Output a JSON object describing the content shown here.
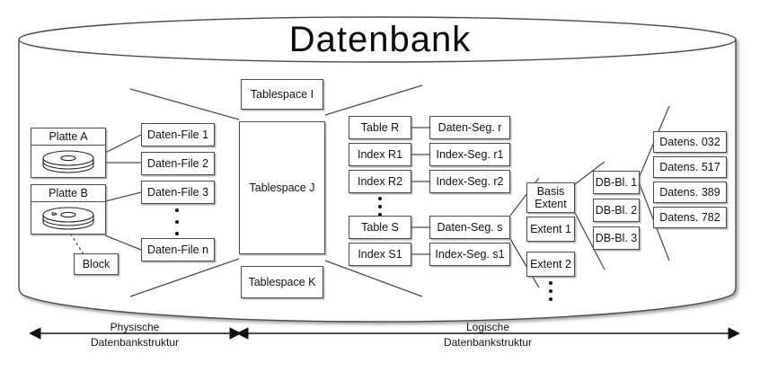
{
  "title": "Datenbank",
  "physical": {
    "disks": [
      {
        "name": "Platte A"
      },
      {
        "name": "Platte B"
      }
    ],
    "block_label": "Block",
    "data_files": [
      "Daten-File 1",
      "Daten-File 2",
      "Daten-File 3",
      "Daten-File n"
    ]
  },
  "tablespaces": [
    "Tablespace I",
    "Tablespace J",
    "Tablespace K"
  ],
  "logical": {
    "objects": [
      "Table R",
      "Index R1",
      "Index R2",
      "Table S",
      "Index S1"
    ],
    "segments": [
      "Daten-Seg. r",
      "Index-Seg. r1",
      "Index-Seg. r2",
      "Daten-Seg. s",
      "Index-Seg. s1"
    ],
    "extents": [
      "Basis Extent",
      "Extent 1",
      "Extent 2"
    ],
    "extent_lines": {
      "basis_l1": "Basis",
      "basis_l2": "Extent"
    },
    "db_blocks": [
      "DB-Bl. 1",
      "DB-Bl. 2",
      "DB-Bl. 3"
    ],
    "records": [
      "Datens. 032",
      "Datens. 517",
      "Datens. 389",
      "Datens. 782"
    ]
  },
  "captions": {
    "physical": {
      "line1": "Physische",
      "line2": "Datenbankstruktur"
    },
    "logical": {
      "line1": "Logische",
      "line2": "Datenbankstruktur"
    }
  },
  "colors": {
    "stroke": "#4a4a4a",
    "text": "#111111",
    "background": "#ffffff",
    "page": "#f0f0f0"
  }
}
